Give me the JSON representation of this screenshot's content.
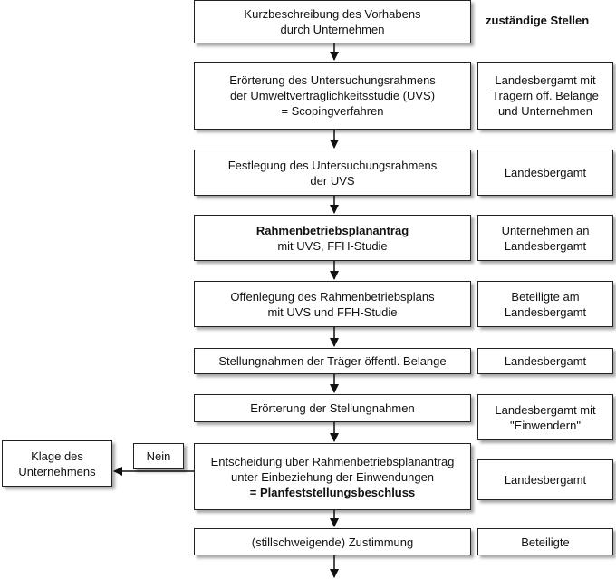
{
  "header": {
    "stellen": "zuständige Stellen"
  },
  "steps": [
    {
      "lines": [
        "Kurzbeschreibung des Vorhabens",
        "durch Unternehmen"
      ],
      "stelle": []
    },
    {
      "lines": [
        "Erörterung des Untersuchungsrahmens",
        "der Umweltverträglichkeitsstudie (UVS)",
        "= Scopingverfahren"
      ],
      "stelle": [
        "Landesbergamt mit",
        "Trägern öff. Belange",
        "und Unternehmen"
      ]
    },
    {
      "lines": [
        "Festlegung des Untersuchungsrahmens",
        "der UVS"
      ],
      "stelle": [
        "Landesbergamt"
      ]
    },
    {
      "lines": [
        "Rahmenbetriebsplanantrag",
        "mit UVS, FFH-Studie"
      ],
      "stelle": [
        "Unternehmen an",
        "Landesbergamt"
      ]
    },
    {
      "lines": [
        "Offenlegung des Rahmenbetriebsplans",
        "mit UVS und FFH-Studie"
      ],
      "stelle": [
        "Beteiligte am",
        "Landesbergamt"
      ]
    },
    {
      "lines": [
        "Stellungnahmen der Träger öffentl. Belange"
      ],
      "stelle": [
        "Landesbergamt"
      ]
    },
    {
      "lines": [
        "Erörterung der Stellungnahmen"
      ],
      "stelle": [
        "Landesbergamt mit",
        "\"Einwendern\""
      ]
    },
    {
      "lines": [
        "Entscheidung über Rahmenbetriebsplanantrag",
        "unter Einbeziehung der Einwendungen",
        "= Planfeststellungsbeschluss"
      ],
      "stelle": [
        "Landesbergamt"
      ]
    },
    {
      "lines": [
        "(stillschweigende) Zustimmung"
      ],
      "stelle": [
        "Beteiligte"
      ]
    }
  ],
  "branch": {
    "nein": "Nein",
    "klage": [
      "Klage des",
      "Unternehmens"
    ]
  }
}
